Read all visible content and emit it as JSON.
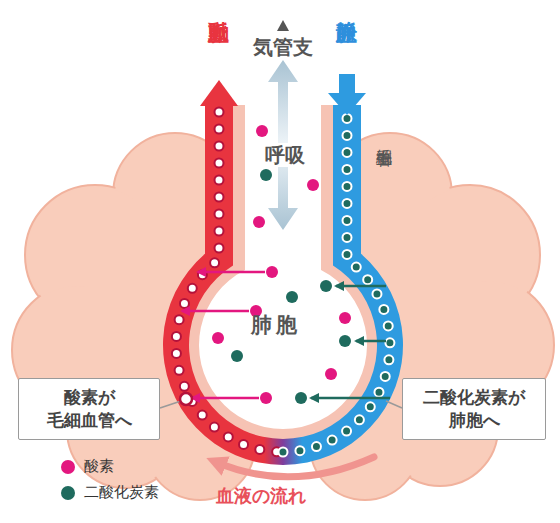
{
  "diagram": {
    "nodes": [
      {
        "text": [
          "肺胞"
        ]
      },
      {
        "text": [
          "酸素が 毛細血管へ"
        ]
      },
      {
        "text": [
          "二酸化炭素が 肺胞へ"
        ]
      }
    ],
    "labels": [
      "動脈血",
      "気管支",
      "静脈血",
      "呼吸",
      "毛細血管",
      "血液の流れ"
    ],
    "legend": [
      {
        "text": "酸素",
        "color": "#e3177f"
      },
      {
        "text": "二酸化炭素",
        "color": "#1f6b5e"
      }
    ]
  }
}
